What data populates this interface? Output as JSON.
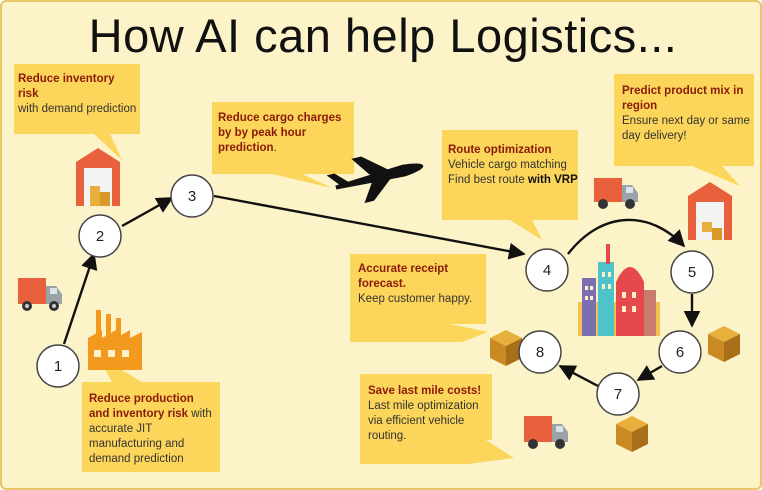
{
  "title": "How AI can help Logistics...",
  "notes": {
    "n1": {
      "heading": "Reduce inventory risk",
      "text": "with demand prediction"
    },
    "n2": {
      "heading": "Reduce cargo charges by by peak hour prediction",
      "tail": "."
    },
    "n3": {
      "heading": "Route optimization",
      "line1": "Vehicle cargo matching",
      "line2": "Find best route ",
      "bold": "with VRP"
    },
    "n4": {
      "heading": "Predict product mix in region",
      "text": "Ensure next day or same day delivery!"
    },
    "n5": {
      "heading": "Accurate receipt forecast.",
      "text": "Keep customer happy."
    },
    "n6": {
      "heading": "Save last mile costs!",
      "text": "Last mile optimization via efficient vehicle routing."
    },
    "n7": {
      "heading": "Reduce production and inventory risk",
      "text": " with accurate JIT manufacturing and demand prediction"
    }
  },
  "nodes": [
    "1",
    "2",
    "3",
    "4",
    "5",
    "6",
    "7",
    "8"
  ],
  "colors": {
    "background": "#fdf3c8",
    "note": "#fcd65a",
    "heading": "#8a1a0a",
    "truck": "#e8603c",
    "node_fill": "#ffffff"
  },
  "icons": [
    "warehouse-icon",
    "truck-icon",
    "factory-icon",
    "airplane-icon",
    "city-icon",
    "box-icon"
  ]
}
